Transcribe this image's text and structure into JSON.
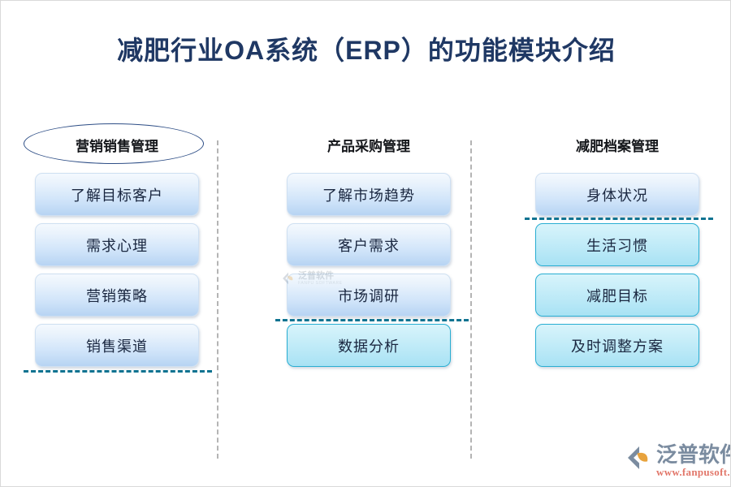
{
  "page": {
    "title": "减肥行业OA系统（ERP）的功能模块介绍",
    "background_color": "#ffffff",
    "title_color": "#1f3864",
    "accent_dashed_color": "#0f7391",
    "divider_color": "#b4b4b4",
    "box_blue_color": "#b7d4f3",
    "box_cyan_border_color": "#29aed2"
  },
  "columns": [
    {
      "header": "营销销售管理",
      "header_shape": "ellipse",
      "items": [
        {
          "label": "了解目标客户",
          "style": "blue"
        },
        {
          "label": "需求心理",
          "style": "blue"
        },
        {
          "label": "营销策略",
          "style": "blue"
        },
        {
          "label": "销售渠道",
          "style": "blue"
        }
      ],
      "divider_after_index": 3
    },
    {
      "header": "产品采购管理",
      "header_shape": "plain",
      "items": [
        {
          "label": "了解市场趋势",
          "style": "blue"
        },
        {
          "label": "客户需求",
          "style": "blue"
        },
        {
          "label": "市场调研",
          "style": "blue"
        },
        {
          "label": "数据分析",
          "style": "cyan"
        }
      ],
      "divider_after_index": 2
    },
    {
      "header": "减肥档案管理",
      "header_shape": "plain",
      "items": [
        {
          "label": "身体状况",
          "style": "blue"
        },
        {
          "label": "生活习惯",
          "style": "cyan"
        },
        {
          "label": "减肥目标",
          "style": "cyan"
        },
        {
          "label": "及时调整方案",
          "style": "cyan"
        }
      ],
      "divider_after_index": 0
    }
  ],
  "watermark": {
    "cn": "泛普软件",
    "en": "FANPU SOFTWARE"
  },
  "logo": {
    "cn": "泛普软件",
    "url": "www.fanpusoft.com",
    "cn_color": "#7b8ca0",
    "url_color": "#e2776a"
  }
}
